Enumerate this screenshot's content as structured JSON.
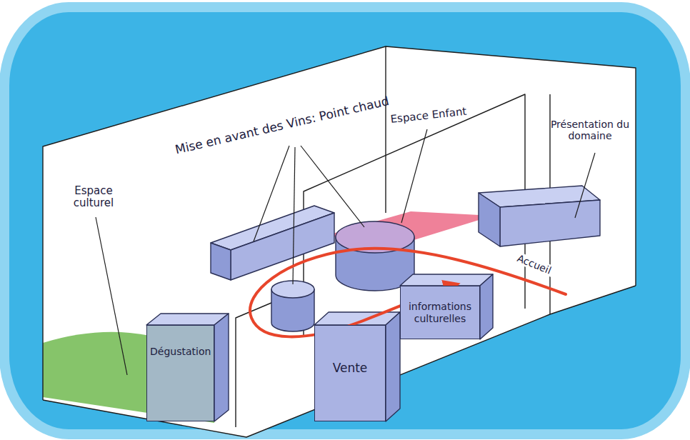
{
  "diagram": {
    "nodes": [
      {
        "text": [
          "Dégustation"
        ]
      },
      {
        "text": [
          "Vente"
        ]
      },
      {
        "text": [
          "informations culturelles"
        ]
      }
    ],
    "labels": [
      "Mise en avant des Vins: Point chaud",
      "Espace Enfant",
      "Présentation du domaine",
      "Espace culturel",
      "Accueil"
    ]
  }
}
